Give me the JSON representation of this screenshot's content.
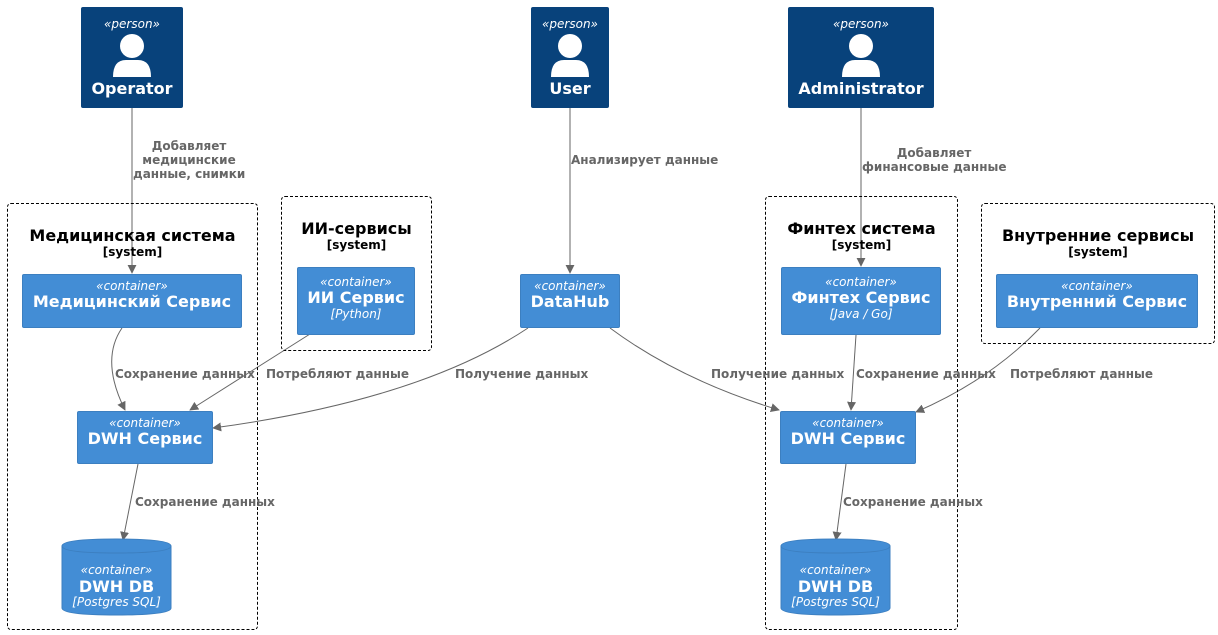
{
  "persons": {
    "operator": {
      "stereotype": "«person»",
      "name": "Operator"
    },
    "user": {
      "stereotype": "«person»",
      "name": "User"
    },
    "administrator": {
      "stereotype": "«person»",
      "name": "Administrator"
    }
  },
  "boundaries": {
    "medical": {
      "title": "Медицинская система",
      "type": "[system]"
    },
    "ai": {
      "title": "ИИ-сервисы",
      "type": "[system]"
    },
    "fintech": {
      "title": "Финтех система",
      "type": "[system]"
    },
    "internal": {
      "title": "Внутренние сервисы",
      "type": "[system]"
    }
  },
  "containers": {
    "medical_service": {
      "stereotype": "«container»",
      "name": "Медицинский Сервис"
    },
    "ai_service": {
      "stereotype": "«container»",
      "name": "ИИ Сервис",
      "tech": "[Python]"
    },
    "datahub": {
      "stereotype": "«container»",
      "name": "DataHub"
    },
    "fintech_service": {
      "stereotype": "«container»",
      "name": "Финтех Сервис",
      "tech": "[Java / Go]"
    },
    "internal_service": {
      "stereotype": "«container»",
      "name": "Внутренний Сервис"
    },
    "dwh_medical": {
      "stereotype": "«container»",
      "name": "DWH Сервис"
    },
    "dwh_fintech": {
      "stereotype": "«container»",
      "name": "DWH Сервис"
    },
    "db_medical": {
      "stereotype": "«container»",
      "name": "DWH DB",
      "tech": "[Postgres SQL]"
    },
    "db_fintech": {
      "stereotype": "«container»",
      "name": "DWH DB",
      "tech": "[Postgres SQL]"
    }
  },
  "relations": {
    "operator_adds": [
      "Добавляет",
      "медицинские",
      "данные, снимки"
    ],
    "user_analyzes": "Анализирует данные",
    "admin_adds": [
      "Добавляет",
      "финансовые данные"
    ],
    "med_save": "Сохранение данных",
    "ai_consume": "Потребляют данные",
    "dh_get_left": "Получение данных",
    "dh_get_right": "Получение данных",
    "fin_save": "Сохранение данных",
    "int_consume": "Потребляют данные",
    "dwh_med_save": "Сохранение данных",
    "dwh_fin_save": "Сохранение данных"
  },
  "colors": {
    "person": "#08427B",
    "container": "#438DD5",
    "arrow": "#666666"
  }
}
